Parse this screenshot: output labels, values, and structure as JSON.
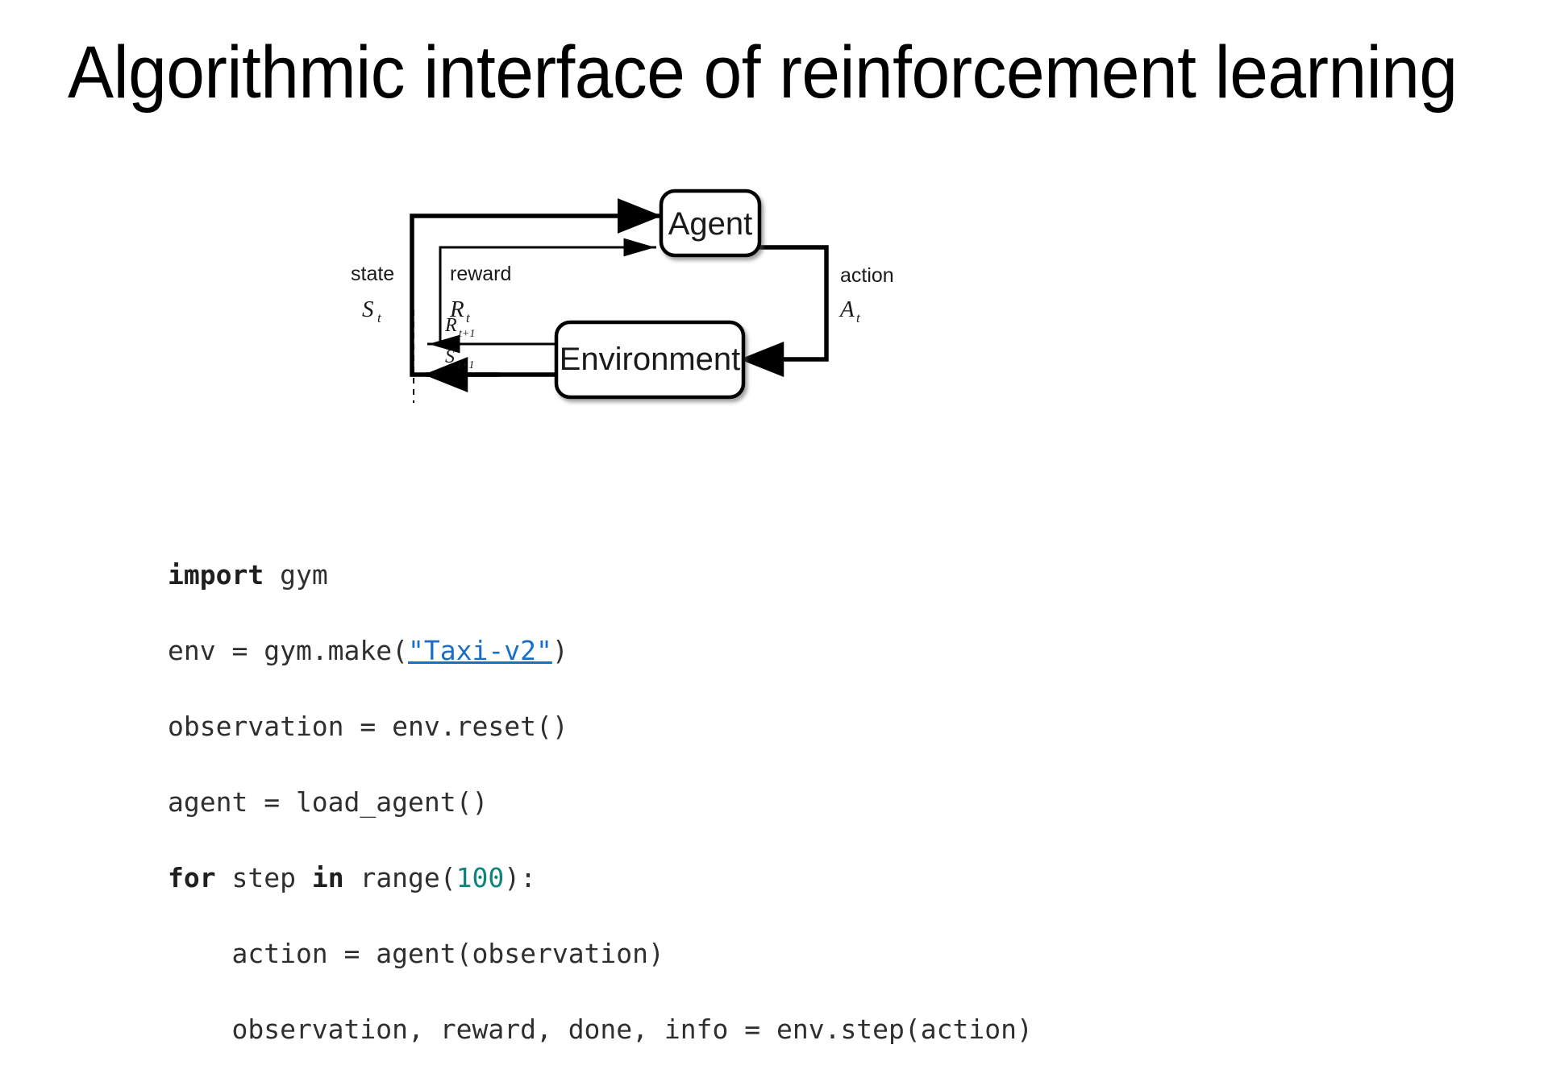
{
  "slide": {
    "title": "Algorithmic interface of reinforcement learning",
    "background_color": "#ffffff"
  },
  "diagram": {
    "type": "agent-environment-loop",
    "nodes": [
      {
        "id": "agent",
        "label": "Agent"
      },
      {
        "id": "environment",
        "label": "Environment"
      }
    ],
    "edges": [
      {
        "id": "state",
        "label": "state",
        "symbol": "S",
        "subscript": "t",
        "from": "environment",
        "to": "agent",
        "weight": "thick"
      },
      {
        "id": "reward",
        "label": "reward",
        "symbol": "R",
        "subscript": "t",
        "from": "environment",
        "to": "agent",
        "weight": "thin"
      },
      {
        "id": "reward-next",
        "label": "",
        "symbol": "R",
        "subscript": "t+1",
        "from": "environment",
        "to": "agent",
        "weight": "thin"
      },
      {
        "id": "state-next",
        "label": "",
        "symbol": "S",
        "subscript": "t+1",
        "from": "environment",
        "to": "agent",
        "weight": "thick"
      },
      {
        "id": "action",
        "label": "action",
        "symbol": "A",
        "subscript": "t",
        "from": "agent",
        "to": "environment",
        "weight": "thick"
      }
    ],
    "labels": {
      "state": "state",
      "reward": "reward",
      "action": "action",
      "state_symbol": "S",
      "state_sub": "t",
      "reward_symbol": "R",
      "reward_sub": "t",
      "action_symbol": "A",
      "action_sub": "t",
      "reward_next_symbol": "R",
      "reward_next_sub": "t+1",
      "state_next_symbol": "S",
      "state_next_sub": "t+1"
    },
    "stroke_color": "#000000",
    "box_fill": "#ffffff"
  },
  "code": {
    "language": "python",
    "link_color": "#1a6fc4",
    "number_color": "#0d857d",
    "text_color": "#2f2f2f",
    "lines": [
      {
        "id": "line-1",
        "tokens": [
          {
            "t": "import",
            "s": "kw"
          },
          {
            "t": " gym",
            "s": ""
          }
        ]
      },
      {
        "id": "line-2",
        "tokens": [
          {
            "t": "env = gym.make(",
            "s": ""
          },
          {
            "t": "\"Taxi-v2\"",
            "s": "lnk"
          },
          {
            "t": ")",
            "s": ""
          }
        ]
      },
      {
        "id": "line-3",
        "tokens": [
          {
            "t": "observation = env.reset()",
            "s": ""
          }
        ]
      },
      {
        "id": "line-4",
        "tokens": [
          {
            "t": "agent = load_agent()",
            "s": ""
          }
        ]
      },
      {
        "id": "line-5",
        "tokens": [
          {
            "t": "for",
            "s": "kw"
          },
          {
            "t": " step ",
            "s": ""
          },
          {
            "t": "in",
            "s": "kw"
          },
          {
            "t": " range(",
            "s": ""
          },
          {
            "t": "100",
            "s": "num"
          },
          {
            "t": "):",
            "s": ""
          }
        ]
      },
      {
        "id": "line-6",
        "tokens": [
          {
            "t": "    action = agent(observation)",
            "s": ""
          }
        ]
      },
      {
        "id": "line-7",
        "tokens": [
          {
            "t": "    observation, reward, done, info = env.step(action)",
            "s": ""
          }
        ]
      }
    ]
  }
}
